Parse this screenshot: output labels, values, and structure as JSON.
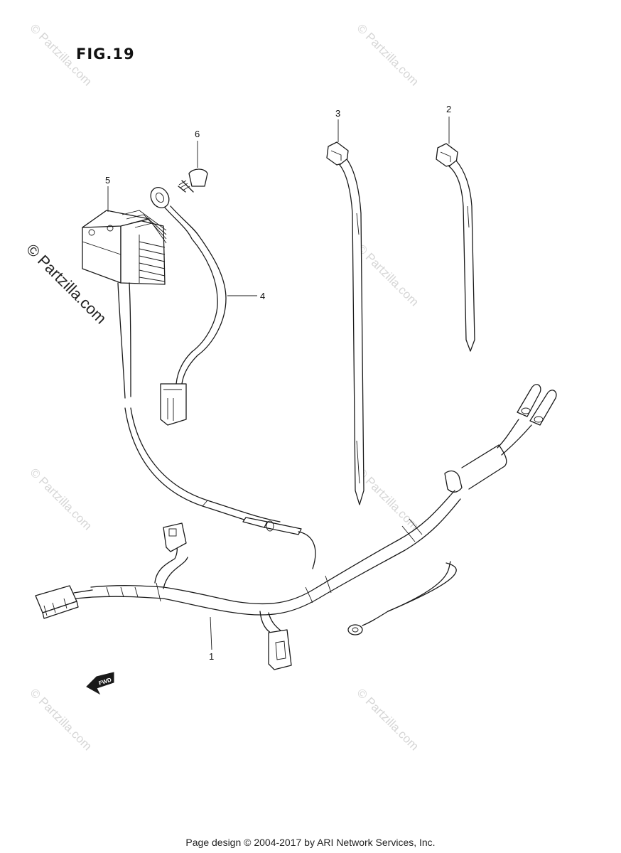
{
  "figure": {
    "title": "FIG.19"
  },
  "callouts": [
    {
      "id": "callout-1",
      "label": "1"
    },
    {
      "id": "callout-2",
      "label": "2"
    },
    {
      "id": "callout-3",
      "label": "3"
    },
    {
      "id": "callout-4",
      "label": "4"
    },
    {
      "id": "callout-5",
      "label": "5"
    },
    {
      "id": "callout-6",
      "label": "6"
    }
  ],
  "direction_marker": {
    "label": "FWD",
    "icon": "forward-arrow-icon"
  },
  "watermarks": {
    "text": "© Partzilla.com",
    "prominent_text": "© Partzilla.com"
  },
  "footer": {
    "text": "Page design © 2004-2017 by ARI Network Services, Inc."
  }
}
